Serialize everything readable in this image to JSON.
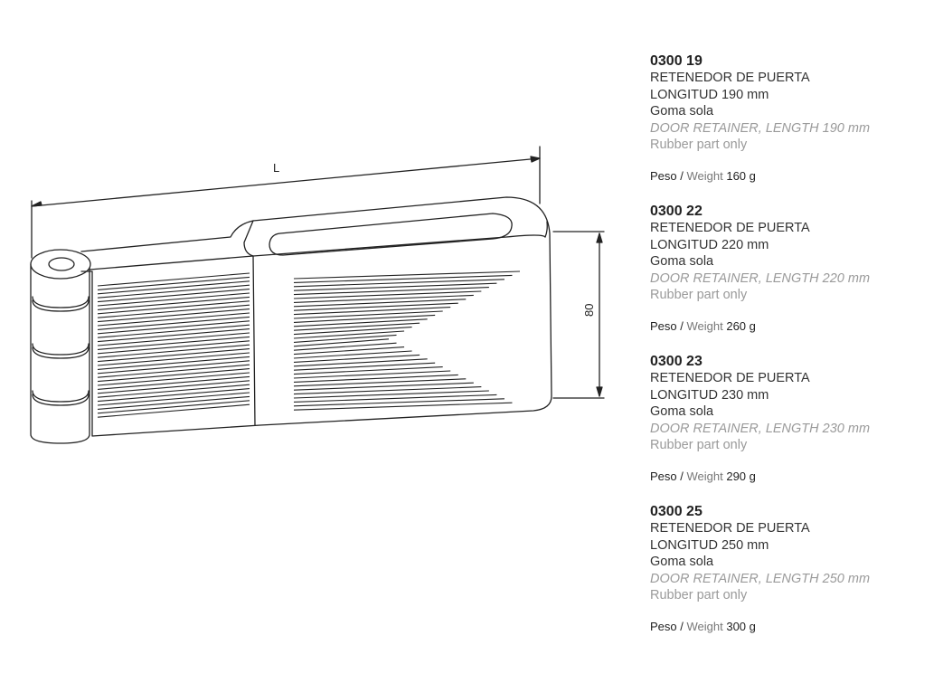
{
  "drawing": {
    "length_label": "L",
    "height_label": "80"
  },
  "products": [
    {
      "code": "0300 19",
      "name_es": "RETENEDOR DE PUERTA",
      "length_es": "LONGITUD  190 mm",
      "part_es": "Goma sola",
      "name_en": "DOOR RETAINER, LENGTH 190 mm",
      "part_en": "Rubber part only",
      "weight_label_es": "Peso",
      "weight_label_en": "Weight",
      "weight_value": "160 g"
    },
    {
      "code": "0300 22",
      "name_es": "RETENEDOR DE PUERTA",
      "length_es": "LONGITUD  220  mm",
      "part_es": "Goma sola",
      "name_en": "DOOR RETAINER, LENGTH 220  mm",
      "part_en": "Rubber part only",
      "weight_label_es": "Peso",
      "weight_label_en": "Weight",
      "weight_value": "260 g"
    },
    {
      "code": "0300 23",
      "name_es": "RETENEDOR DE PUERTA",
      "length_es": "LONGITUD  230  mm",
      "part_es": "Goma sola",
      "name_en": "DOOR RETAINER, LENGTH  230  mm",
      "part_en": "Rubber part only",
      "weight_label_es": "Peso",
      "weight_label_en": "Weight",
      "weight_value": "290 g"
    },
    {
      "code": "0300 25",
      "name_es": "RETENEDOR DE PUERTA",
      "length_es": "LONGITUD  250  mm",
      "part_es": "Goma sola",
      "name_en": "DOOR RETAINER, LENGTH 250  mm",
      "part_en": "Rubber part only",
      "weight_label_es": "Peso",
      "weight_label_en": "Weight",
      "weight_value": "300 g"
    }
  ]
}
